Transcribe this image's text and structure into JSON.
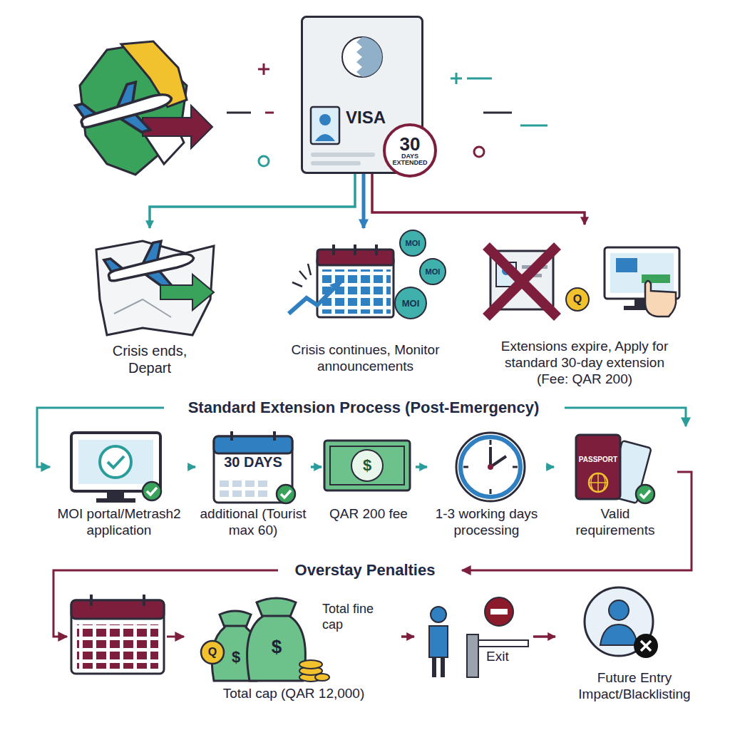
{
  "diagram": {
    "nodes": [
      {
        "text": [
          "VISA"
        ]
      },
      {
        "text": [
          "30",
          "DAYS EXTENDED"
        ],
        "in": 0
      },
      {
        "text": [
          "Crisis ends, Depart"
        ]
      },
      {
        "text": [
          "Crisis continues, Monitor announcements"
        ]
      },
      {
        "text": [
          "MOI"
        ],
        "in": 3
      },
      {
        "text": [
          "MOI"
        ],
        "in": 3
      },
      {
        "text": [
          "MOI"
        ],
        "in": 3
      },
      {
        "text": [
          "Extensions expire, Apply for standard 30-day extension (Fee: QAR 200)"
        ]
      },
      {
        "text": [
          "Q"
        ],
        "in": 7
      },
      {
        "text": [
          "MOI portal/Metrash2 application"
        ]
      },
      {
        "text": [
          "30 DAYS",
          "additional (Tourist max 60)"
        ]
      },
      {
        "text": [
          "QAR 200 fee"
        ]
      },
      {
        "text": [
          "1-3 working days processing"
        ]
      },
      {
        "text": [
          "PASSPORT",
          "Valid requirements"
        ]
      },
      {
        "text": [
          "Total fine cap",
          "Total cap (QAR 12,000)"
        ]
      },
      {
        "text": [
          "Exit"
        ]
      },
      {
        "text": [
          "Future Entry Impact/Blacklisting"
        ]
      }
    ],
    "edges": [
      {
        "from": 0,
        "to": 2,
        "arrow": "to"
      },
      {
        "from": 0,
        "to": 3,
        "arrow": "to"
      },
      {
        "from": 0,
        "to": 7,
        "arrow": "to"
      },
      {
        "from": 9,
        "to": 10,
        "arrow": "to"
      },
      {
        "from": 10,
        "to": 11,
        "arrow": "to"
      },
      {
        "from": 11,
        "to": 12,
        "arrow": "to"
      },
      {
        "from": 12,
        "to": 13,
        "arrow": "to"
      },
      {
        "from": 14,
        "to": 15,
        "arrow": "to"
      },
      {
        "from": 15,
        "to": 16,
        "arrow": "to"
      }
    ],
    "labels": [
      "Standard Extension Process (Post-Emergency)",
      "Overstay Penalties",
      "$",
      "Q",
      "$",
      "$"
    ]
  }
}
